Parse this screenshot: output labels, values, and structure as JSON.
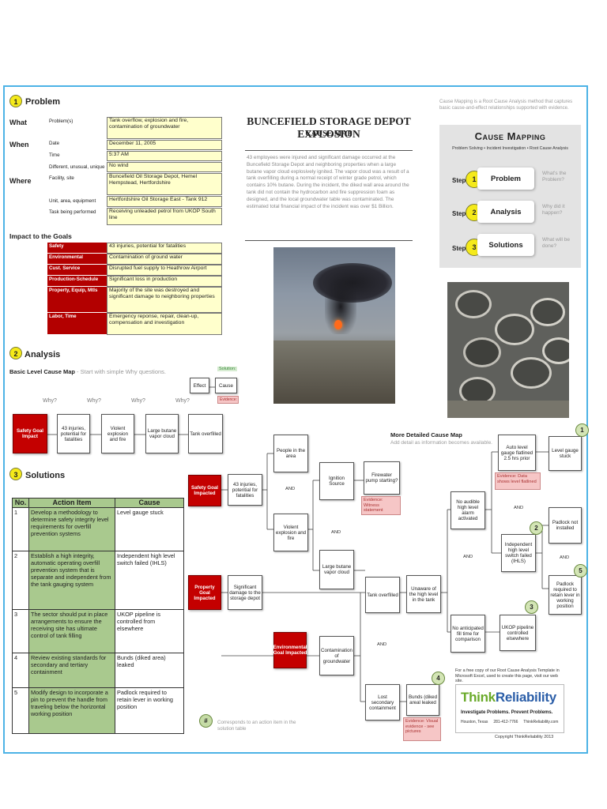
{
  "problem": {
    "num": "1",
    "title": "Problem",
    "rows": [
      {
        "section": "What",
        "label": "Problem(s)",
        "value": "Tank overflow, explosion and fire, contamination of groundwater"
      },
      {
        "section": "When",
        "label": "Date",
        "value": "December 11, 2005"
      },
      {
        "section": "",
        "label": "Time",
        "value": "5:37 AM"
      },
      {
        "section": "",
        "label": "Different, unusual, unique",
        "value": "No wind"
      },
      {
        "section": "Where",
        "label": "Facility, site",
        "value": "Buncefield Oil Storage Depot, Hemel Hempstead, Hertfordshire"
      },
      {
        "section": "",
        "label": "Unit, area, equipment",
        "value": "Hertfordshire Oil Storage East - Tank 912"
      },
      {
        "section": "",
        "label": "Task being performed",
        "value": "Receiving unleaded petrol from UKOP South line"
      }
    ],
    "impact_title": "Impact to the Goals",
    "impacts": [
      {
        "goal": "Safety",
        "value": "43 injuries, potential for fatalities"
      },
      {
        "goal": "Environmental",
        "value": "Contamination of ground water"
      },
      {
        "goal": "Cust. Service",
        "value": "Disrupted fuel supply to Heathrow Airport"
      },
      {
        "goal": "Production-Schedule",
        "value": "Significant loss in production"
      },
      {
        "goal": "Property, Equip, Mtls",
        "value": "Majority of the site was destroyed and significant damage to neighboring properties"
      },
      {
        "goal": "Labor, Time",
        "value": "Emergency reponse, repair, clean-up, compensation and investigation"
      }
    ]
  },
  "header": {
    "title": "BUNCEFIELD STORAGE DEPOT EXPLOSION",
    "subtitle": "CAUSE MAP",
    "description": "43 employees were injured and significant damage occurred at the Buncefield Storage Depot and neighboring properties when a large butane vapor cloud explosively ignited.  The vapor cloud was a result of a tank overfilling during a normal receipt of winter grade petrol, which contains 10% butane.  During the incident, the diked wall area around the tank did not contain the hydrocarbon and fire suppression foam as designed, and the local groundwater table was contaminated.  The estimated total financial impact of the incident was over $1 Billion."
  },
  "intro": "Cause Mapping is a Root Cause Analysis method that captures basic cause-and-effect relationships supported with evidence.",
  "cause_mapping": {
    "title": "Cause Mapping",
    "tagline": "Problem Solving • Incident Investigation • Root Cause Analysis",
    "step_word": "Step",
    "steps": [
      {
        "num": "1",
        "label": "Problem",
        "q": "What's the Problem?"
      },
      {
        "num": "2",
        "label": "Analysis",
        "q": "Why did it happen?"
      },
      {
        "num": "3",
        "label": "Solutions",
        "q": "What will be done?"
      }
    ]
  },
  "analysis": {
    "num": "2",
    "title": "Analysis",
    "basic_title": "Basic Level Cause Map",
    "basic_hint": " - Start with simple Why questions.",
    "why": "Why?",
    "legend": {
      "solution": "Solution:",
      "effect": "Effect",
      "cause": "Cause",
      "evidence": "Evidence:"
    },
    "chain": [
      "Safety Goal Impact",
      "43 injuries, potential for fatalities",
      "Violent explosion and fire",
      "Large butane vapor cloud",
      "Tank overfilled"
    ]
  },
  "solutions": {
    "num": "3",
    "title": "Solutions",
    "headers": [
      "No.",
      "Action Item",
      "Cause"
    ],
    "rows": [
      {
        "no": "1",
        "action": "Develop a methodology to determine safety integrity level requirements for overfill prevention systems",
        "cause": "Level gauge stuck"
      },
      {
        "no": "2",
        "action": "Establish a high integrity, automatic operating overfill prevention system that is separate and independent from the tank gauging system",
        "cause": "Independent high level switch failed (IHLS)"
      },
      {
        "no": "3",
        "action": "The sector should put in place arrangements to ensure the receiving site has ultimate control of tank filling",
        "cause": "UKOP pipeline is controlled from elsewhere"
      },
      {
        "no": "4",
        "action": "Review existing standards for secondary and tertiary containment",
        "cause": "Bunds (diked area) leaked"
      },
      {
        "no": "5",
        "action": "Modify design to incorporate a pin to prevent the handle from traveling below the horizontal working position",
        "cause": "Padlock required to retain lever in working position"
      }
    ]
  },
  "detailed": {
    "title": "More Detailed Cause Map",
    "hint": "Add detail as information becomes available.",
    "and": "AND",
    "nodes": {
      "safety_goal": "Safety Goal Impacted",
      "property_goal": "Property Goal Impacted",
      "env_goal": "Environmental Goal Impacted",
      "injuries": "43 injuries, potential for fatalities",
      "damage": "Significant damage to the storage depot",
      "contamination": "Contamination of groundwater",
      "people": "People in the area",
      "explosion": "Violent explosion and fire",
      "ignition": "Ignition Source",
      "firewater": "Firewater pump starting?",
      "vapor": "Large butane vapor cloud",
      "tank": "Tank overfilled",
      "unaware": "Unaware of the high level in the tank",
      "no_alarm": "No audible high level alarm activated",
      "no_fill_time": "No anticipated fill time for comparison",
      "auto_gauge": "Auto level gauge flatlined 2.5 hrs prior",
      "level_stuck": "Level gauge stuck",
      "ihls": "Independent high level switch failed (IHLS)",
      "padlock_not": "Padlock not installed",
      "padlock_req": "Padlock required to retain lever in working position",
      "ukop": "UKOP pipeline controlled elsewhere",
      "lost_cont": "Lost secondary containment",
      "bunds": "Bunds (diked areal leaked"
    },
    "evidence": {
      "witness": "Evidence: Witness statement",
      "data": "Evidence: Data shows level flatlined",
      "visual": "Evidence: Visual evidence - see pictures"
    },
    "markers": [
      "1",
      "2",
      "3",
      "4",
      "5"
    ],
    "footnote_symbol": "#",
    "footnote": "Corresponds to an action item in the solution table"
  },
  "footer": {
    "free_copy": "For a free copy of our Root Cause Analysis Template in Microsoft Excel, used to create this page, visit our web site.",
    "logo_think": "Think",
    "logo_rel": "Reliability",
    "slogan": "Investigate Problems. Prevent Problems.",
    "contact": "Houston, Texas     281-412-7766     ThinkReliability.com",
    "copyright": "Copyright ThinkReliability 2013"
  },
  "colors": {
    "frame": "#4db3e6",
    "goal_red": "#c40000",
    "yellow_fill": "#ffffcc",
    "green": "#a9c98e",
    "marker_yellow": "#f5ea1a"
  }
}
